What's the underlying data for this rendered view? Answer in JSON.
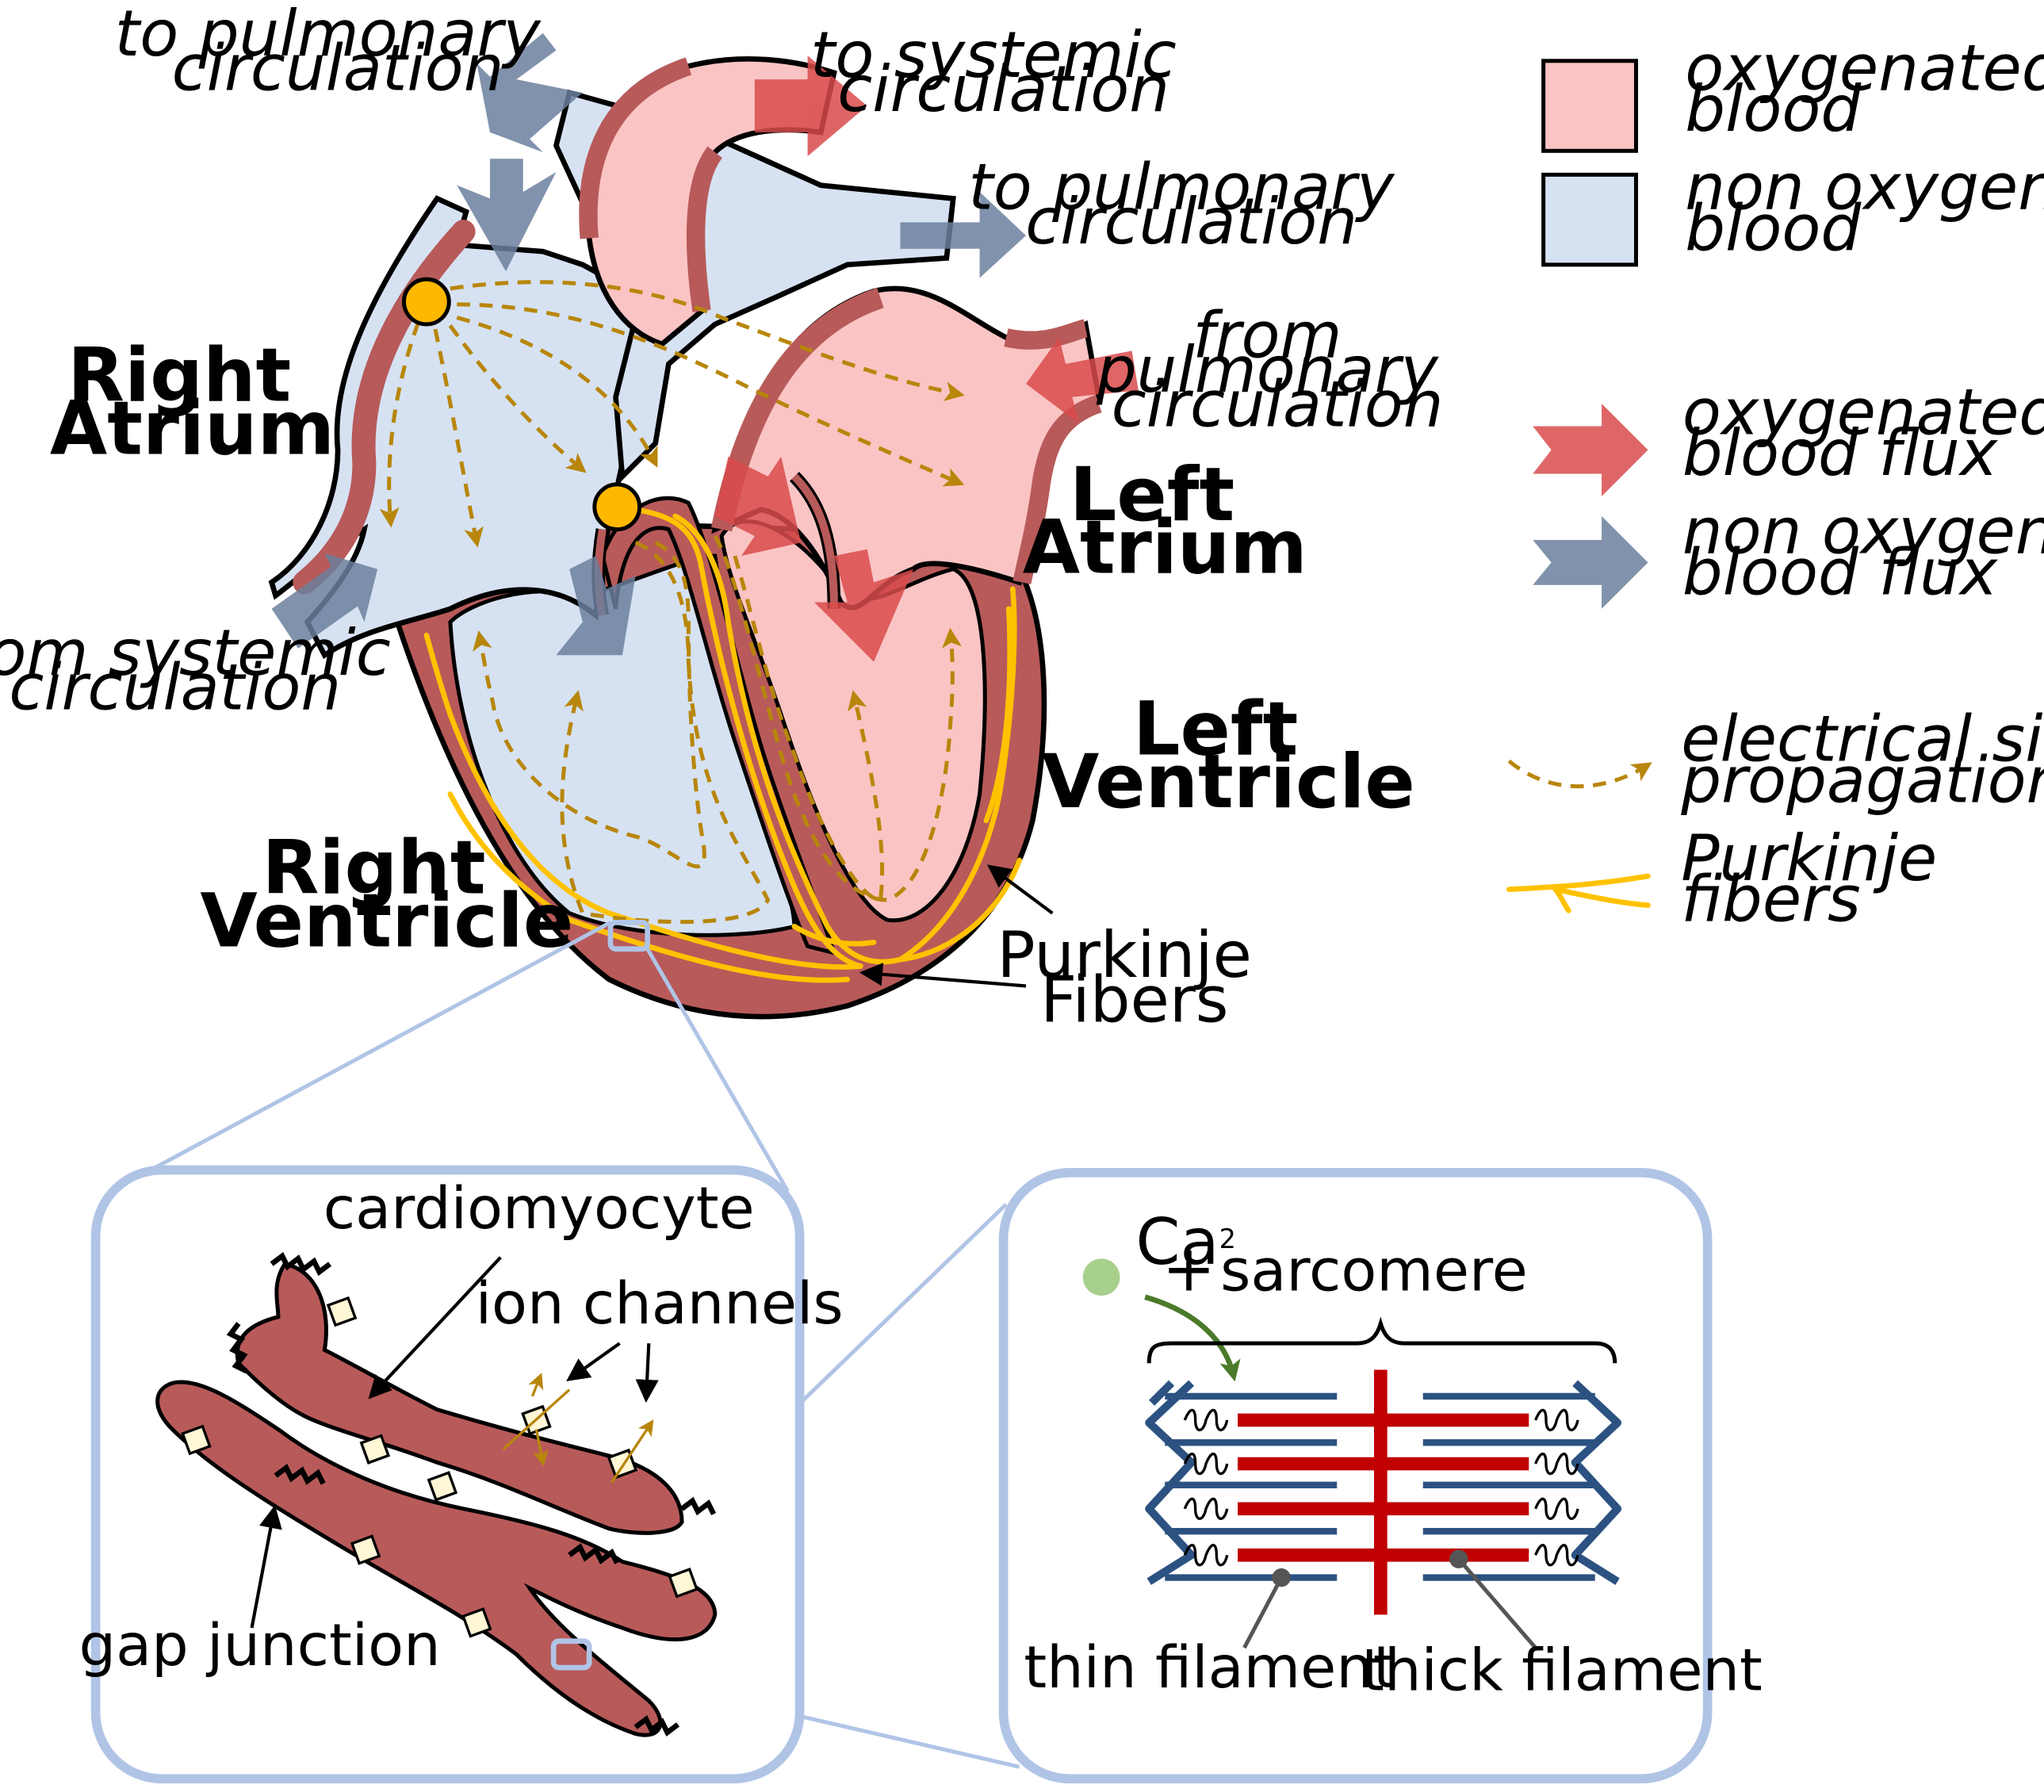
{
  "colors": {
    "oxygenated_fill": "#fbc4c4",
    "non_oxygenated_fill": "#d6e2f2",
    "heart_wall": "#b85a5a",
    "oxygenated_arrow": "#d94b4b",
    "non_oxygenated_arrow": "#6b7f9e",
    "signal": "#b8860b",
    "purkinje": "#ffc200",
    "node": "#ffb800",
    "zoom_frame": "#b0c4e6",
    "cell_fill": "#b85a5a",
    "actin": "#2c5282",
    "myosin": "#c00000",
    "calcium": "#a8d08d",
    "calcium_arrow": "#4a7a2a"
  },
  "heart": {
    "flow_labels": {
      "to_pulmonary_top": [
        "to pulmonary",
        "circulation"
      ],
      "to_systemic": [
        "to systemic",
        "circulation"
      ],
      "to_pulmonary_right": [
        "to pulmonary",
        "circulation"
      ],
      "from_pulmonary": [
        "from",
        "pulmonary",
        "circulation"
      ],
      "from_systemic": [
        "from systemic",
        "circulation"
      ]
    },
    "chambers": {
      "right_atrium": [
        "Right",
        "Atrium"
      ],
      "left_atrium": [
        "Left",
        "Atrium"
      ],
      "left_ventricle": [
        "Left",
        "Ventricle"
      ],
      "right_ventricle": [
        "Right",
        "Ventricle"
      ]
    },
    "purkinje_callout": [
      "Purkinje",
      "Fibers"
    ]
  },
  "legend": {
    "oxygenated_blood": [
      "oxygenated",
      "blood"
    ],
    "non_oxygenated_blood": [
      "non oxygenated",
      "blood"
    ],
    "oxygenated_flux": [
      "oxygenated",
      "blood flux"
    ],
    "non_oxygenated_flux": [
      "non oxygenated",
      "blood flux"
    ],
    "signal": [
      "electrical signal",
      "propagation"
    ],
    "purkinje": [
      "Purkinje",
      "fibers"
    ]
  },
  "cell_panel": {
    "cardiomyocyte": "cardiomyocyte",
    "ion_channels": "ion channels",
    "gap_junction": "gap junction"
  },
  "sarcomere_panel": {
    "ion": "Ca",
    "ion_superscript": "2",
    "ion_charge": "+",
    "sarcomere": "sarcomere",
    "thin_filament": "thin filament",
    "thick_filament": "thick filament"
  }
}
